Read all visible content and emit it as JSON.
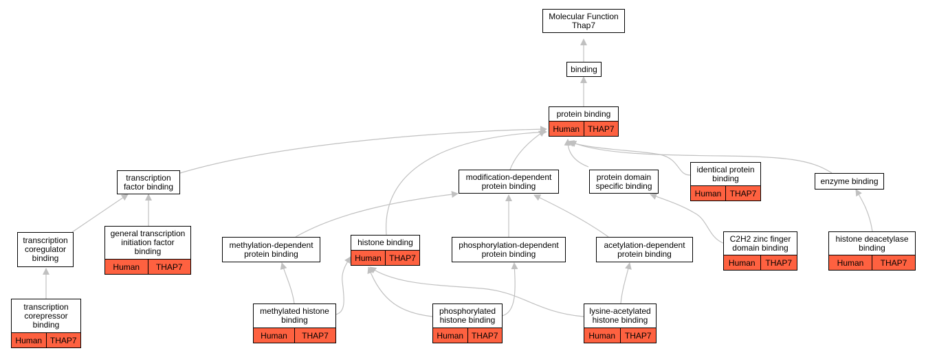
{
  "colors": {
    "edge": "#c0c0c0",
    "annotation": "#fe6140",
    "border": "#000000"
  },
  "nodes": {
    "root": {
      "label": "Molecular Function\nThap7"
    },
    "binding": {
      "label": "binding"
    },
    "protein_binding": {
      "label": "protein binding",
      "species": "Human",
      "gene": "THAP7"
    },
    "transcription_factor_binding": {
      "label": "transcription\nfactor binding"
    },
    "modification_dependent": {
      "label": "modification-dependent\nprotein binding"
    },
    "protein_domain_specific": {
      "label": "protein domain\nspecific binding"
    },
    "identical_protein": {
      "label": "identical protein\nbinding",
      "species": "Human",
      "gene": "THAP7"
    },
    "enzyme_binding": {
      "label": "enzyme binding"
    },
    "transcription_coregulator": {
      "label": "transcription\ncoregulator\nbinding"
    },
    "general_transcription": {
      "label": "general transcription\ninitiation factor\nbinding",
      "species": "Human",
      "gene": "THAP7"
    },
    "methylation_dependent": {
      "label": "methylation-dependent\nprotein binding"
    },
    "histone_binding": {
      "label": "histone binding",
      "species": "Human",
      "gene": "THAP7"
    },
    "phosphorylation_dependent": {
      "label": "phosphorylation-dependent\nprotein binding"
    },
    "acetylation_dependent": {
      "label": "acetylation-dependent\nprotein binding"
    },
    "c2h2": {
      "label": "C2H2 zinc finger\ndomain binding",
      "species": "Human",
      "gene": "THAP7"
    },
    "histone_deacetylase": {
      "label": "histone deacetylase\nbinding",
      "species": "Human",
      "gene": "THAP7"
    },
    "transcription_corepressor": {
      "label": "transcription\ncorepressor\nbinding",
      "species": "Human",
      "gene": "THAP7"
    },
    "methylated_histone": {
      "label": "methylated histone\nbinding",
      "species": "Human",
      "gene": "THAP7"
    },
    "phosphorylated_histone": {
      "label": "phosphorylated\nhistone binding",
      "species": "Human",
      "gene": "THAP7"
    },
    "lysine_acetylated": {
      "label": "lysine-acetylated\nhistone binding",
      "species": "Human",
      "gene": "THAP7"
    }
  },
  "edges": [
    {
      "from": "binding",
      "to": "root"
    },
    {
      "from": "protein_binding",
      "to": "binding"
    },
    {
      "from": "transcription_factor_binding",
      "to": "protein_binding"
    },
    {
      "from": "histone_binding",
      "to": "protein_binding"
    },
    {
      "from": "modification_dependent",
      "to": "protein_binding"
    },
    {
      "from": "protein_domain_specific",
      "to": "protein_binding"
    },
    {
      "from": "identical_protein",
      "to": "protein_binding"
    },
    {
      "from": "enzyme_binding",
      "to": "protein_binding"
    },
    {
      "from": "transcription_coregulator",
      "to": "transcription_factor_binding"
    },
    {
      "from": "general_transcription",
      "to": "transcription_factor_binding"
    },
    {
      "from": "transcription_corepressor",
      "to": "transcription_coregulator"
    },
    {
      "from": "methylation_dependent",
      "to": "modification_dependent"
    },
    {
      "from": "phosphorylation_dependent",
      "to": "modification_dependent"
    },
    {
      "from": "acetylation_dependent",
      "to": "modification_dependent"
    },
    {
      "from": "c2h2",
      "to": "protein_domain_specific"
    },
    {
      "from": "histone_deacetylase",
      "to": "enzyme_binding"
    },
    {
      "from": "methylated_histone",
      "to": "methylation_dependent"
    },
    {
      "from": "methylated_histone",
      "to": "histone_binding"
    },
    {
      "from": "phosphorylated_histone",
      "to": "phosphorylation_dependent"
    },
    {
      "from": "phosphorylated_histone",
      "to": "histone_binding"
    },
    {
      "from": "lysine_acetylated",
      "to": "acetylation_dependent"
    },
    {
      "from": "lysine_acetylated",
      "to": "histone_binding"
    }
  ]
}
